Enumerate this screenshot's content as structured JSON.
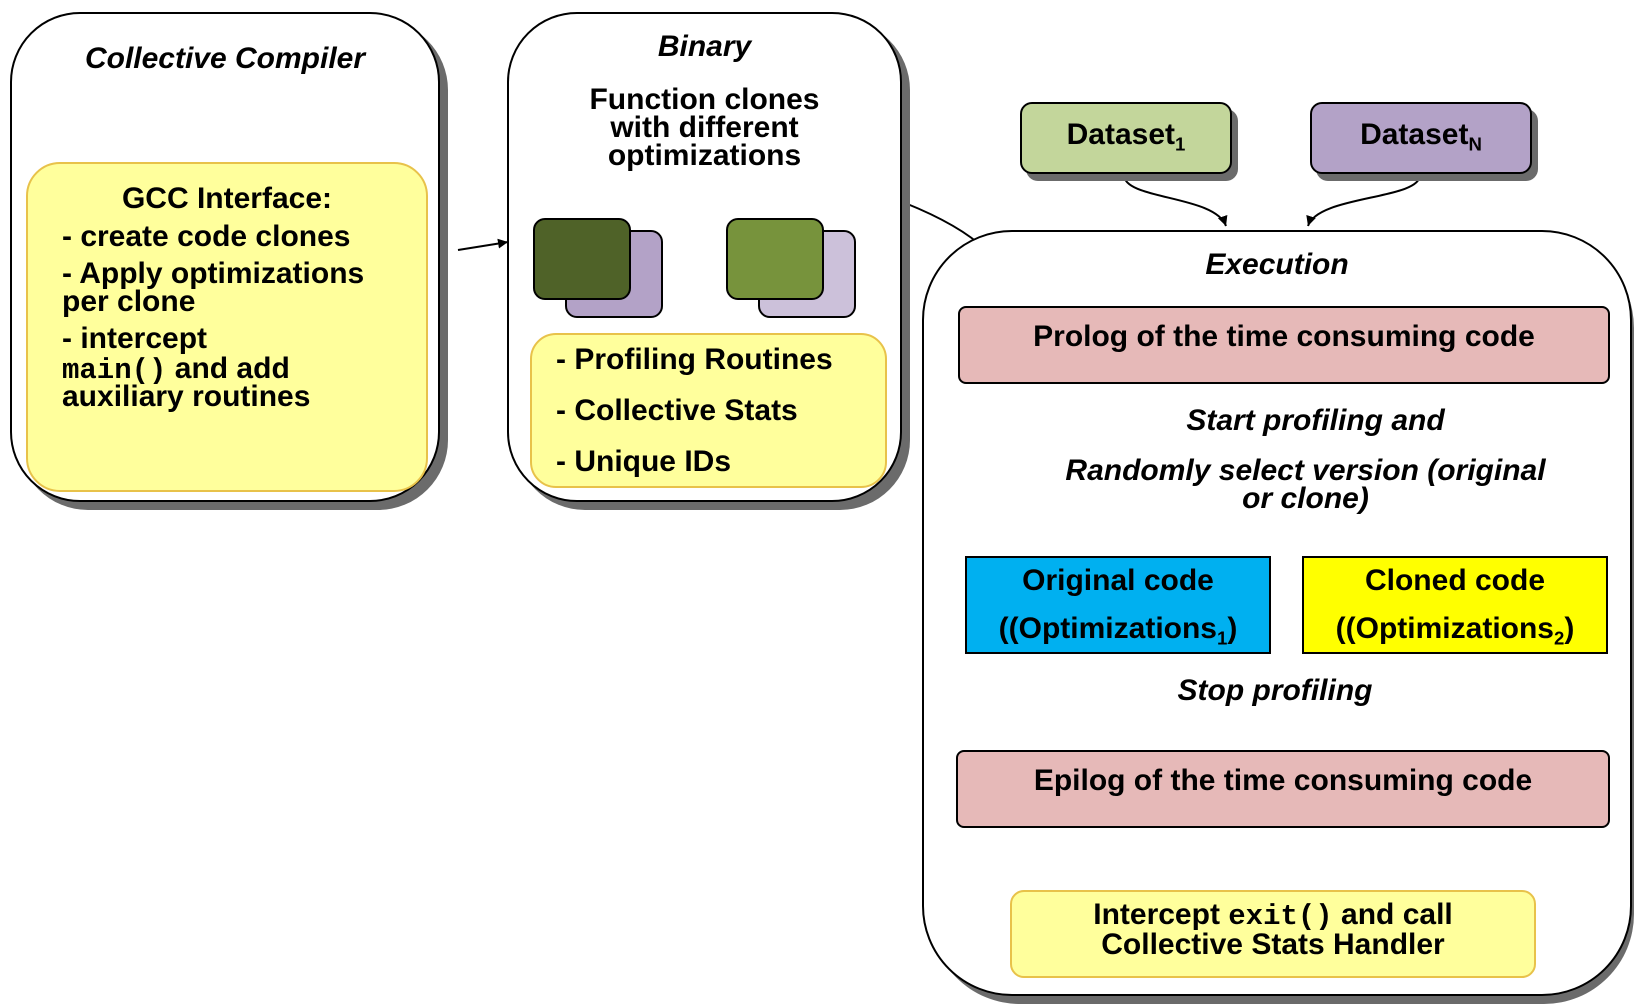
{
  "compiler": {
    "title": "Collective Compiler",
    "heading": "GCC Interface:",
    "line1": "- create code clones",
    "line2a": "- Apply optimizations",
    "line2b": "per clone",
    "line3a": "- intercept",
    "line3_code": "main()",
    "line3_rest": "and add",
    "line3b": "auxiliary routines"
  },
  "binary": {
    "title": "Binary",
    "desc_line1": "Function clones",
    "desc_line2": "with different",
    "desc_line3": "optimizations",
    "items": [
      "- Profiling Routines",
      "- Collective Stats",
      "- Unique IDs"
    ]
  },
  "datasets": {
    "first": {
      "label": "Dataset",
      "sub": "1"
    },
    "last": {
      "label": "Dataset",
      "sub": "N"
    }
  },
  "execution": {
    "title": "Execution",
    "prolog": "Prolog of the time consuming code",
    "start_line1": "Start profiling and",
    "start_line2": "Randomly select version (original",
    "start_line3": "or clone)",
    "original_line1": "Original code",
    "original_line2": "(Optimizations",
    "original_sub": "1",
    "cloned_line1": "Cloned code",
    "cloned_line2": "(Optimizations",
    "cloned_sub": "2",
    "stop": "Stop profiling",
    "epilog": "Epilog of the time consuming code",
    "exit_a": "Intercept",
    "exit_code": "exit()",
    "exit_b": "and call",
    "exit_line2": "Collective Stats Handler"
  },
  "colors": {
    "yellow_fill": "#ffff9c",
    "dataset1": "#c3d69b",
    "datasetN": "#b3a2c7",
    "prolog_epilog": "#e6b9b8",
    "original": "#00b0f0",
    "cloned": "#ffff00",
    "clone_dark": "#4f6228",
    "clone_green": "#77933c",
    "clone_purple": "#b3a2c7",
    "clone_lightpurple": "#ccc1da"
  }
}
